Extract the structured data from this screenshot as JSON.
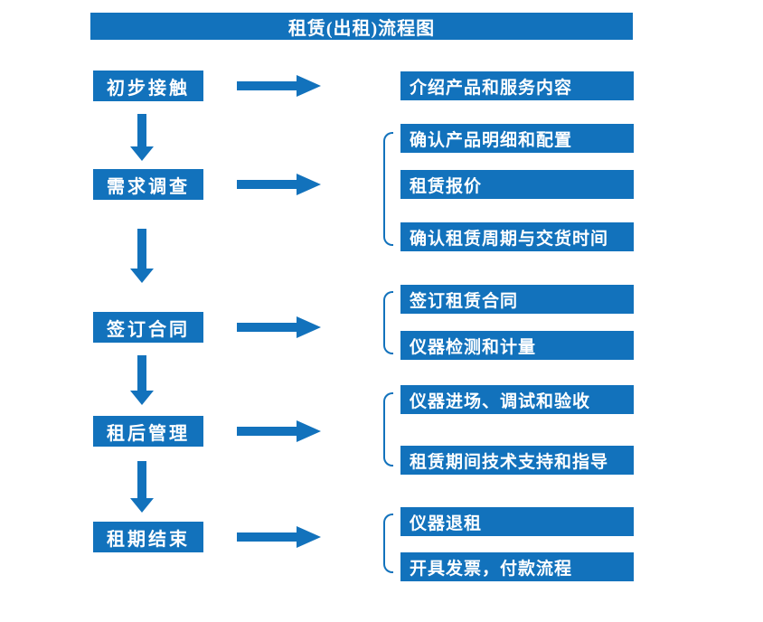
{
  "title": "租赁(出租)流程图",
  "colors": {
    "primary": "#1272BC",
    "on_primary": "#FFFFFF",
    "background": "#FFFFFF"
  },
  "icons": {
    "down_arrow": "▼",
    "right_arrow": "➤",
    "group_bracket": "("
  },
  "stages": [
    {
      "label": "初步接触",
      "items": [
        "介绍产品和服务内容"
      ]
    },
    {
      "label": "需求调查",
      "items": [
        "确认产品明细和配置",
        "租赁报价",
        "确认租赁周期与交货时间"
      ]
    },
    {
      "label": "签订合同",
      "items": [
        "签订租赁合同",
        "仪器检测和计量"
      ]
    },
    {
      "label": "租后管理",
      "items": [
        "仪器进场、调试和验收",
        "租赁期间技术支持和指导"
      ]
    },
    {
      "label": "租期结束",
      "items": [
        "仪器退租",
        "开具发票，付款流程"
      ]
    }
  ]
}
